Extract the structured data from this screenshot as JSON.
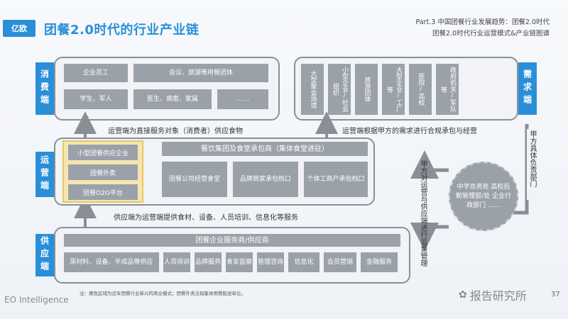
{
  "header": {
    "logo": "亿欧",
    "title": "团餐2.0时代的行业产业链",
    "right_line1": "Part.3 中国团餐行业发展趋势：团餐2.0时代",
    "right_line2": "团餐2.0时代行业运营模式&产业链图谱"
  },
  "consumer": {
    "label": "消费端",
    "cells": [
      "企业员工",
      "会议、旅游等用餐团体",
      "学生、军人",
      "医生、病患、家属",
      "……"
    ]
  },
  "demand": {
    "label": "需求端",
    "cells": [
      "大型聚会场馆",
      "小型企业/社会组织",
      "旅游团体",
      "大型企业/工厂等",
      "医院/高校",
      "政府机关/军队等"
    ]
  },
  "operator": {
    "label": "运营端",
    "left_cells": [
      "小型团餐供应企业",
      "团餐外卖",
      "团餐O2O平台"
    ],
    "header": "餐饮集团及食堂承包商（集体食堂进驻）",
    "sub_cells": [
      "团餐公司经营食堂",
      "品牌商家承包档口",
      "个体工商户承包档口"
    ]
  },
  "supply": {
    "label": "供应端",
    "header": "团餐企业服务商/供应商",
    "cells": [
      "原材料、设备、半成品等供应",
      "人员培训",
      "品牌服务",
      "食安监察",
      "管理咨询",
      "信息化",
      "会员营销",
      "金融服务"
    ]
  },
  "captions": {
    "consumer_flow": "运营端为直接服务对象（消费者）供应食物",
    "demand_flow": "运营端根据甲方的需求进行合规承包与经营",
    "supply_flow": "供应端为运营端提供食材、设备、人员培训、信息化等服务",
    "demand_right": "甲方具体负责部门",
    "gov_left": "甲方对运营与供应端进行监督管理"
  },
  "circle": {
    "text": "中学总务处 高校后勤管理部/处 企业行政部门 ……"
  },
  "footer": {
    "note": "注：黄色区域为近年团餐行业新兴的商业模式；团餐外卖泛指集体用餐配送单位。",
    "brand": "EO Intelligence",
    "watermark": "报告研究所",
    "page": "37"
  },
  "colors": {
    "accent": "#2a8fd8",
    "cell": "#9aa1a9",
    "highlight": "#f5e6b0"
  }
}
